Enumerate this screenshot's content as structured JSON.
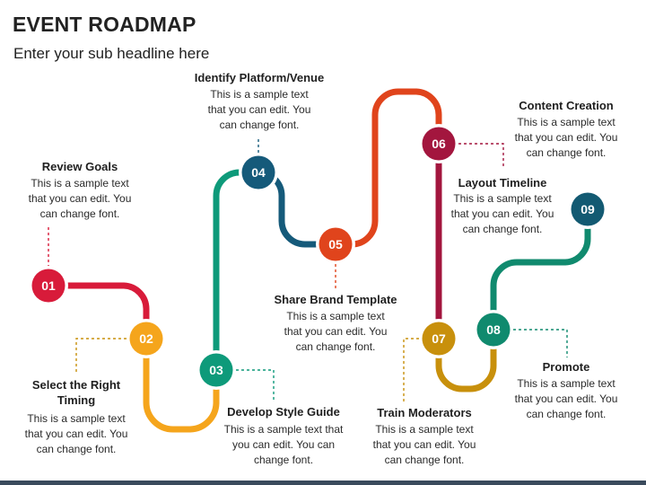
{
  "header": {
    "title": "EVENT ROADMAP",
    "subtitle": "Enter your sub headline here"
  },
  "colors": {
    "s01": "#d81b3a",
    "s02": "#f5a51c",
    "s03": "#0e9a7a",
    "s04": "#155a7a",
    "s05": "#e0441c",
    "s06": "#a3163e",
    "s07": "#c8900c",
    "s08": "#108a6e",
    "s09": "#135a72",
    "connector": "#333333",
    "connector_accent": "#c8900c"
  },
  "steps": [
    {
      "num": "01",
      "title": "Review Goals",
      "desc": "This is a sample text that you can edit. You can change font."
    },
    {
      "num": "02",
      "title": "Select the Right Timing",
      "desc": "This is a sample text that you can edit. You can change font."
    },
    {
      "num": "03",
      "title": "Develop Style Guide",
      "desc": "This is a sample text that you can edit. You can change font."
    },
    {
      "num": "04",
      "title": "Identify Platform/Venue",
      "desc": "This is a sample text that you can edit. You can change font."
    },
    {
      "num": "05",
      "title": "Share Brand Template",
      "desc": "This is a sample text that you can edit. You can change font."
    },
    {
      "num": "06",
      "title": "Layout Timeline",
      "desc": "This is a sample text that you can edit. You can change font."
    },
    {
      "num": "07",
      "title": "Train Moderators",
      "desc": "This is a sample text that you can edit. You can change font."
    },
    {
      "num": "08",
      "title": "Promote",
      "desc": "This is a sample text that you can edit. You can change font."
    },
    {
      "num": "09",
      "title": "Content Creation",
      "desc": "This is a sample text that you can edit. You can change font."
    }
  ]
}
